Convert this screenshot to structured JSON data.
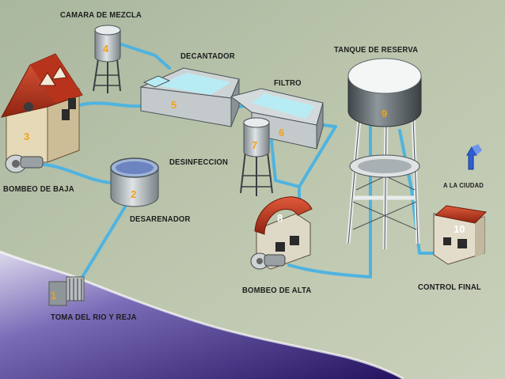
{
  "labels": {
    "mixing_chamber": "CAMARA DE MEZCLA",
    "settler": "DECANTADOR",
    "reserve_tank": "TANQUE DE RESERVA",
    "filter": "FILTRO",
    "disinfection": "DESINFECCION",
    "low_pump": "BOMBEO DE BAJA",
    "sand_trap": "DESARENADOR",
    "to_city": "A LA CIUDAD",
    "high_pump": "BOMBEO DE ALTA",
    "final_control": "CONTROL FINAL",
    "river_intake": "TOMA DEL RIO Y REJA"
  },
  "numbers": {
    "intake": "1",
    "sand_trap": "2",
    "low_pump": "3",
    "mixing": "4",
    "settler": "5",
    "filter": "6",
    "disinfection": "7",
    "high_pump": "8",
    "reserve": "9",
    "control": "10"
  },
  "colors": {
    "ground": "#b8c3a8",
    "pipe": "#4fb3e0",
    "water": "#b8ecf4",
    "river": "#47358f",
    "roof_red": "#c23a1f",
    "tank_grey": "#9aa3a8"
  }
}
